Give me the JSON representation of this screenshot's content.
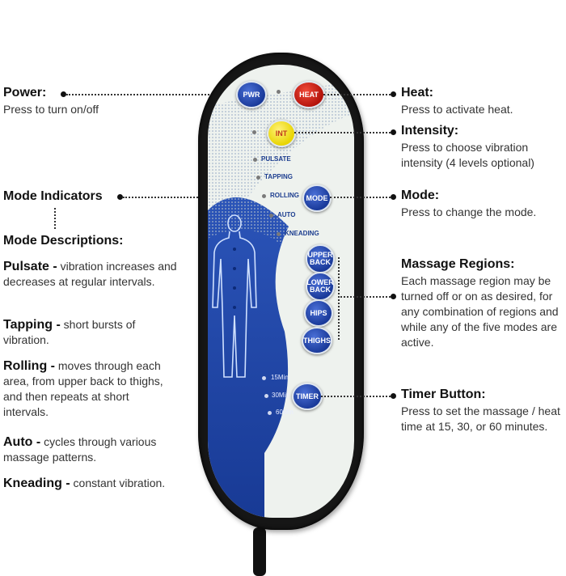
{
  "annotations": {
    "power": {
      "title": "Power:",
      "desc": "Press to turn on/off"
    },
    "heat": {
      "title": "Heat:",
      "desc": "Press to activate heat."
    },
    "intensity": {
      "title": "Intensity:",
      "desc": "Press to choose vibration intensity (4 levels optional)"
    },
    "mode_indicators": {
      "title": "Mode Indicators"
    },
    "mode": {
      "title": "Mode:",
      "desc": "Press to change the mode."
    },
    "mode_descriptions": {
      "title": "Mode Descriptions:"
    },
    "massage_regions": {
      "title": "Massage Regions:",
      "desc": "Each massage region may be turned off or on as desired, for any combination of regions and while any of the five modes are active."
    },
    "timer": {
      "title": "Timer Button:",
      "desc": "Press to set the massage / heat time at 15, 30, or 60 minutes."
    }
  },
  "modes": [
    {
      "name": "Pulsate -",
      "desc": " vibration increases and decreases at regular intervals."
    },
    {
      "name": "Tapping -",
      "desc": " short bursts of vibration."
    },
    {
      "name": "Rolling -",
      "desc": " moves through each area, from upper back to thighs, and then repeats at short intervals."
    },
    {
      "name": "Auto -",
      "desc": " cycles through various massage patterns."
    },
    {
      "name": "Kneading -",
      "desc": " constant vibration."
    }
  ],
  "remote": {
    "buttons": {
      "pwr": "PWR",
      "heat": "HEAT",
      "int": "INT",
      "mode": "MODE",
      "upper_back": "UPPER BACK",
      "lower_back": "LOWER BACK",
      "hips": "HIPS",
      "thighs": "THIGHS",
      "timer": "TIMER"
    },
    "mode_labels": [
      "PULSATE",
      "TAPPING",
      "ROLLING",
      "AUTO",
      "KNEADING"
    ],
    "timer_labels": [
      "15Min",
      "30Min",
      "60Min"
    ],
    "colors": {
      "blue": "#1a3a9a",
      "red": "#c0160c",
      "yellow": "#f2e230",
      "body": "#161616"
    }
  }
}
